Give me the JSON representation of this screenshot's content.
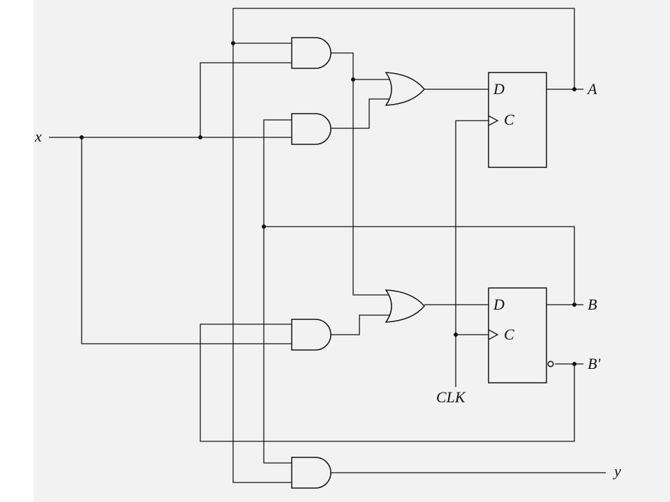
{
  "labels": {
    "x": "x",
    "y": "y",
    "A": "A",
    "B": "B",
    "B_prime": "B′",
    "CLK": "CLK",
    "ffA_D": "D",
    "ffA_C": "C",
    "ffB_D": "D",
    "ffB_C": "C"
  },
  "colors": {
    "panel": "#f2f2f2",
    "ink": "#111111"
  }
}
